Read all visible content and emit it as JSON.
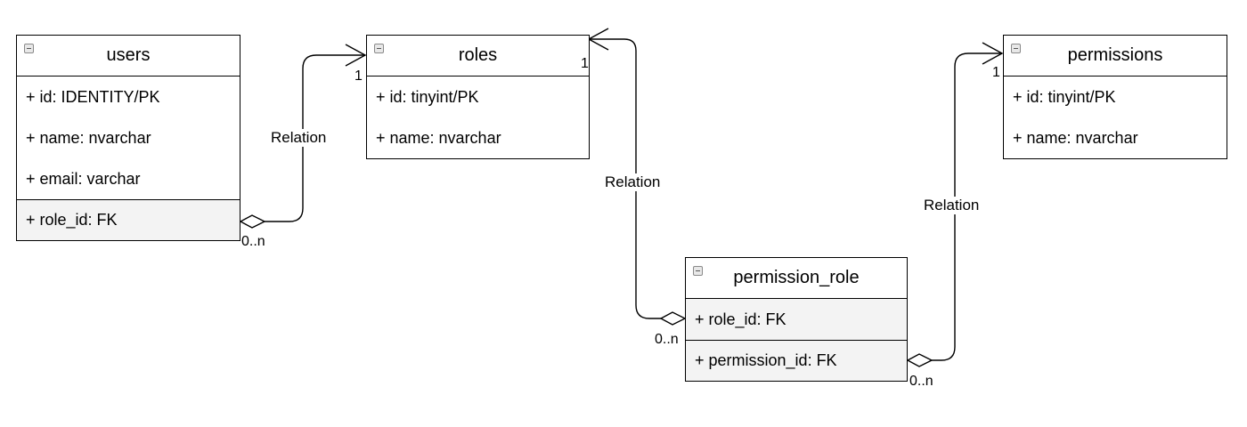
{
  "entities": {
    "users": {
      "title": "users",
      "fields": [
        "+ id: IDENTITY/PK",
        "+ name: nvarchar",
        "+ email: varchar"
      ],
      "fk_fields": [
        "+ role_id: FK"
      ]
    },
    "roles": {
      "title": "roles",
      "fields": [
        "+ id: tinyint/PK",
        "+ name: nvarchar"
      ],
      "fk_fields": []
    },
    "permissions": {
      "title": "permissions",
      "fields": [
        "+ id: tinyint/PK",
        "+ name: nvarchar"
      ],
      "fk_fields": []
    },
    "permission_role": {
      "title": "permission_role",
      "fields": [],
      "fk_fields": [
        "+ role_id: FK",
        "+ permission_id: FK"
      ]
    }
  },
  "relations": [
    {
      "from": "users.role_id",
      "to": "roles",
      "label": "Relation",
      "source_multiplicity": "0..n",
      "target_multiplicity": "1"
    },
    {
      "from": "permission_role.role_id",
      "to": "roles",
      "label": "Relation",
      "source_multiplicity": "0..n",
      "target_multiplicity": "1"
    },
    {
      "from": "permission_role.permission_id",
      "to": "permissions",
      "label": "Relation",
      "source_multiplicity": "0..n",
      "target_multiplicity": "1"
    }
  ],
  "colors": {
    "line": "#000000",
    "fk_row_background": "#f3f3f3",
    "background": "#ffffff"
  }
}
